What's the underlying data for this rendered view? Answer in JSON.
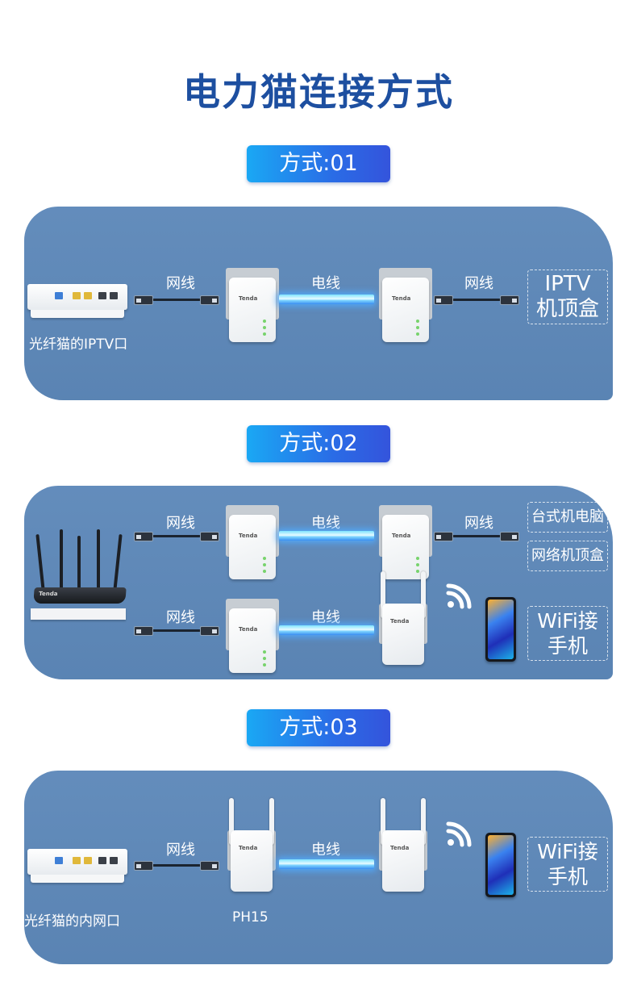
{
  "page_title": "电力猫连接方式",
  "methods": [
    {
      "badge": "方式:01",
      "labels": {
        "cable_left": "网线",
        "power": "电线",
        "cable_right": "网线"
      },
      "source_caption": "光纤猫的IPTV口",
      "target": {
        "line1": "IPTV",
        "line2": "机顶盒"
      }
    },
    {
      "badge": "方式:02",
      "row1": {
        "cable_left": "网线",
        "power": "电线",
        "cable_right": "网线"
      },
      "row2": {
        "cable_left": "网线",
        "power": "电线"
      },
      "targets": {
        "desktop": "台式机电脑",
        "settop": "网络机顶盒",
        "wifi_line1": "WiFi接",
        "wifi_line2": "手机"
      }
    },
    {
      "badge": "方式:03",
      "labels": {
        "cable_left": "网线",
        "power": "电线"
      },
      "source_caption": "光纤猫的内网口",
      "device_caption": "PH15",
      "target": {
        "line1": "WiFi接",
        "line2": "手机"
      }
    }
  ],
  "brand_logo": "Tenda",
  "colors": {
    "title": "#1d4fa0",
    "panel": "#5d88b9",
    "badge_start": "#1aa8f4",
    "badge_end": "#3454dc"
  },
  "icons": [
    "optical-modem-icon",
    "powerline-adapter-icon",
    "wifi-extender-icon",
    "router-icon",
    "wifi-signal-icon",
    "smartphone-icon",
    "ethernet-cable-icon"
  ]
}
